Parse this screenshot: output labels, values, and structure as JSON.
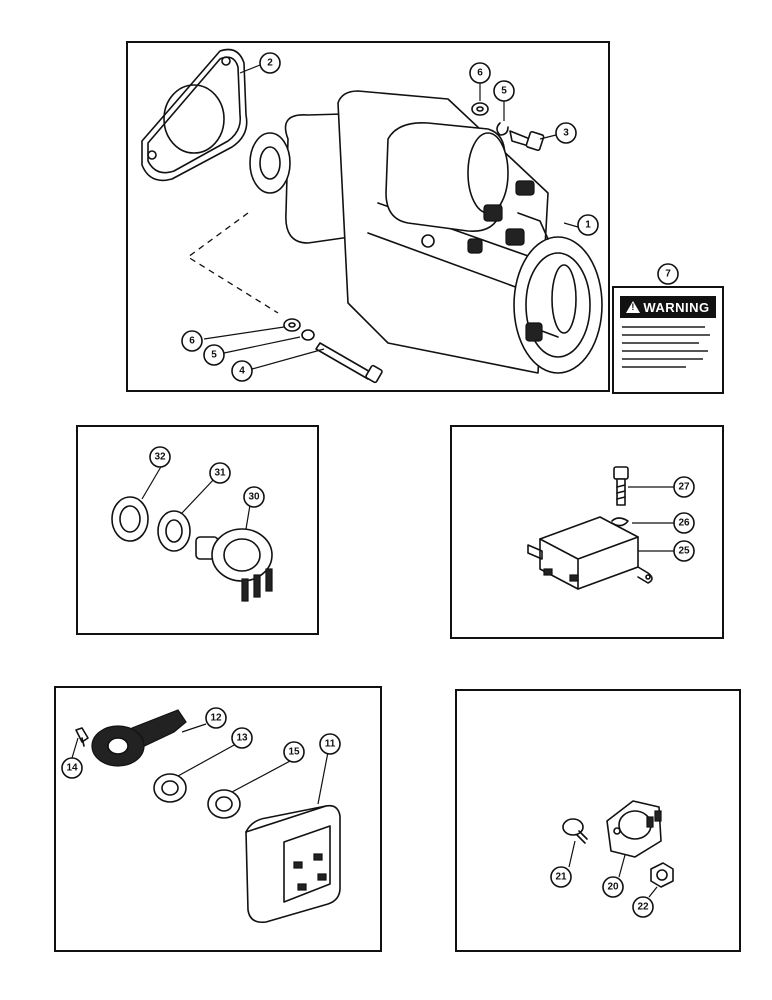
{
  "callouts": {
    "starter_motor": "1",
    "gasket": "2",
    "bolt_upper": "3",
    "lockwasher_upper": "5",
    "washer_upper": "6",
    "bolt_lower": "4",
    "lockwasher_lower": "5",
    "washer_lower": "6",
    "warning_decal": "7",
    "key_switch": "30",
    "lockwasher_key": "31",
    "nut_key": "32",
    "bolt_relay": "27",
    "lockwasher_relay": "26",
    "relay": "25",
    "knob": "12",
    "set_screw": "14",
    "nut_switch": "13",
    "lockwasher_switch": "15",
    "light_switch": "11",
    "screw_sender": "21",
    "sender": "20",
    "nut_sender": "22"
  },
  "warning_decal": {
    "header": "WARNING"
  }
}
